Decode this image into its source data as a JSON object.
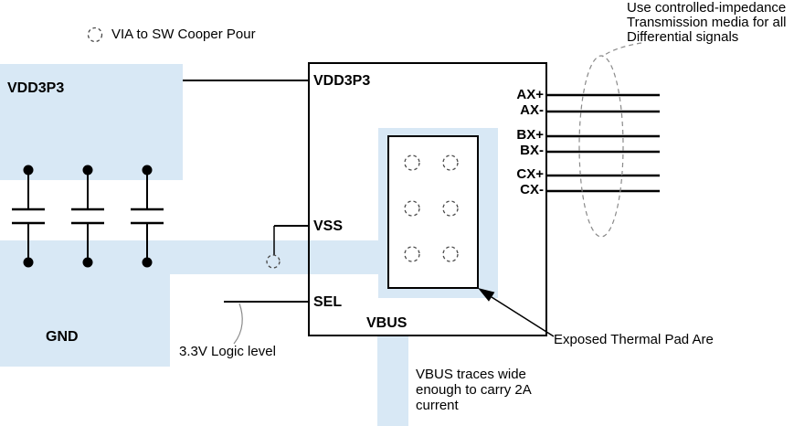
{
  "colors": {
    "pour": "#d8e8f5",
    "wire": "#000000",
    "annotation": "#8a8a8a"
  },
  "legend": {
    "via_label": "VIA to SW Cooper Pour"
  },
  "pours": {
    "vdd_label": "VDD3P3",
    "gnd_label": "GND"
  },
  "ic": {
    "pin_vdd": "VDD3P3",
    "pin_vss": "VSS",
    "pin_sel": "SEL",
    "pin_vbus": "VBUS",
    "pins_right": [
      "AX+",
      "AX-",
      "BX+",
      "BX-",
      "CX+",
      "CX-"
    ]
  },
  "notes": {
    "impedance_line1": "Use controlled-impedance",
    "impedance_line2": "Transmission media for all",
    "impedance_line3": "Differential signals",
    "logic_level": "3.3V Logic level",
    "thermal_pad": "Exposed Thermal Pad Are",
    "vbus_line1": "VBUS traces wide",
    "vbus_line2": "enough to carry 2A",
    "vbus_line3": "current"
  }
}
